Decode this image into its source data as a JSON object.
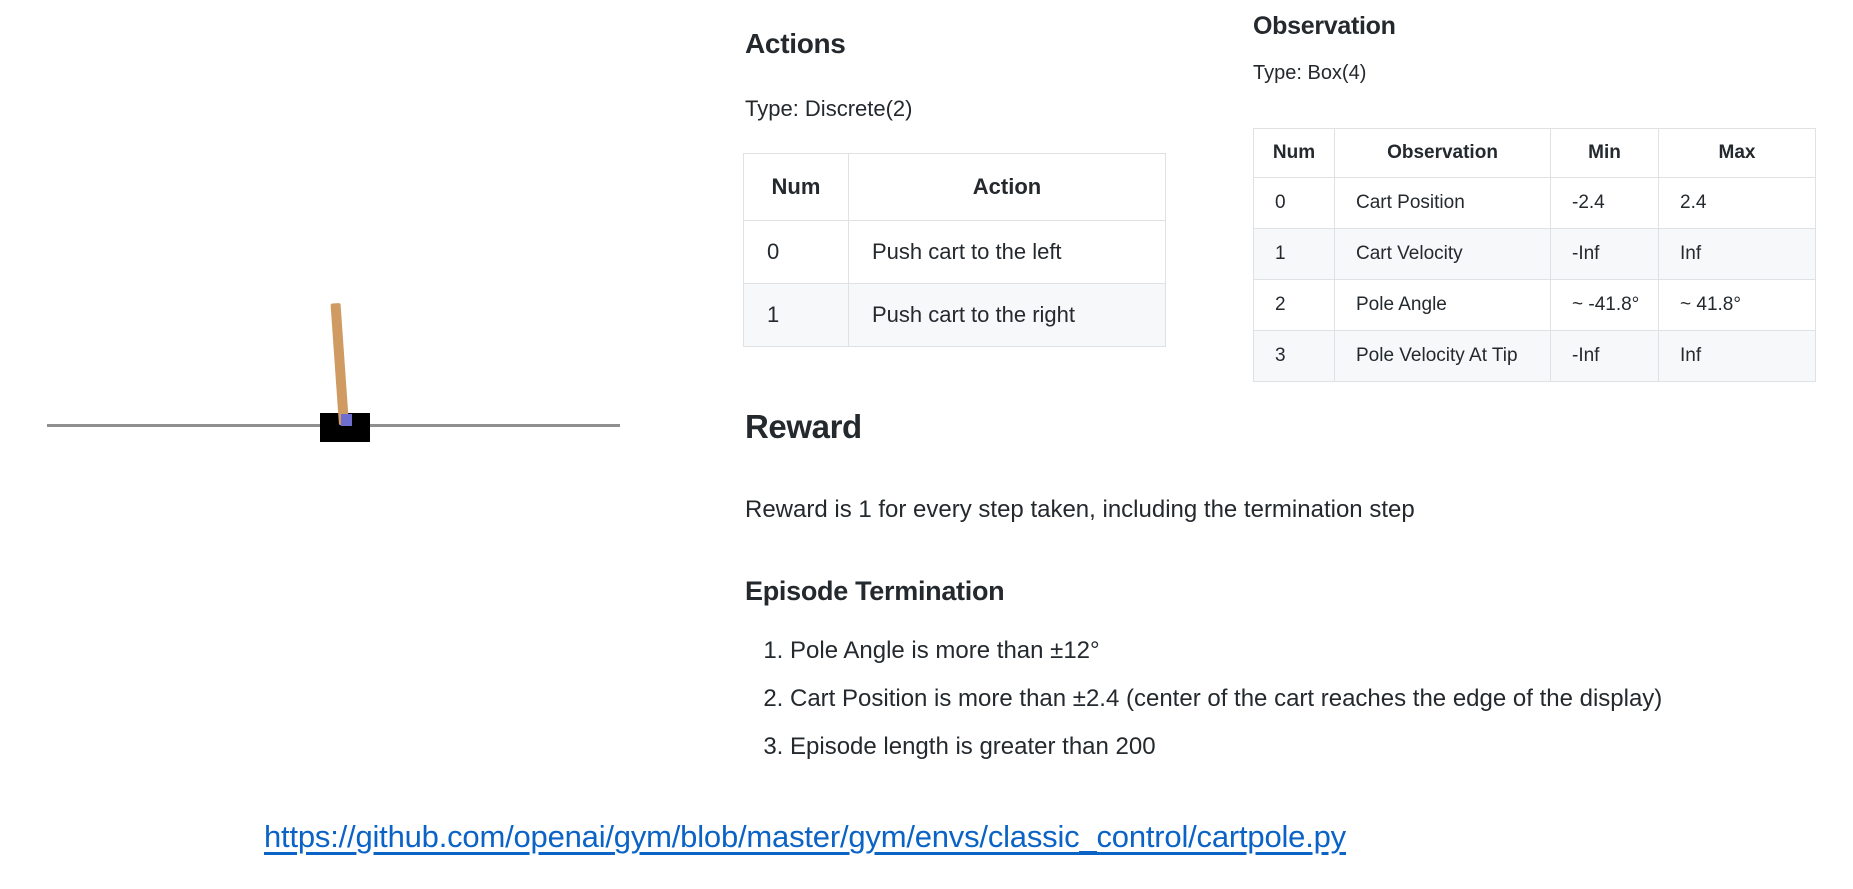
{
  "figure": {
    "name": "CartPole environment render",
    "track_color": "#8f8f8f",
    "cart_color": "#000000",
    "pole_color": "#cf9b62",
    "axle_color": "#6e6ed0"
  },
  "actions": {
    "title": "Actions",
    "type_label": "Type: Discrete(2)",
    "table": {
      "headers": [
        "Num",
        "Action"
      ],
      "rows": [
        [
          "0",
          "Push cart to the left"
        ],
        [
          "1",
          "Push cart to the right"
        ]
      ]
    }
  },
  "observation": {
    "title": "Observation",
    "type_label": "Type: Box(4)",
    "table": {
      "headers": [
        "Num",
        "Observation",
        "Min",
        "Max"
      ],
      "rows": [
        [
          "0",
          "Cart Position",
          "-2.4",
          "2.4"
        ],
        [
          "1",
          "Cart Velocity",
          "-Inf",
          "Inf"
        ],
        [
          "2",
          "Pole Angle",
          "~ -41.8°",
          "~ 41.8°"
        ],
        [
          "3",
          "Pole Velocity At Tip",
          "-Inf",
          "Inf"
        ]
      ]
    }
  },
  "reward": {
    "title": "Reward",
    "text": "Reward is 1 for every step taken, including the termination step"
  },
  "episode_termination": {
    "title": "Episode Termination",
    "items": [
      "Pole Angle is more than ±12°",
      "Cart Position is more than ±2.4 (center of the cart reaches the edge of the display)",
      "Episode length is greater than 200"
    ]
  },
  "link": {
    "url_text": "https://github.com/openai/gym/blob/master/gym/envs/classic_control/cartpole.py",
    "color": "#0b63c5"
  },
  "colors": {
    "text": "#24292e",
    "table_border": "#dfe2e5",
    "row_stripe": "#f6f8fa"
  }
}
